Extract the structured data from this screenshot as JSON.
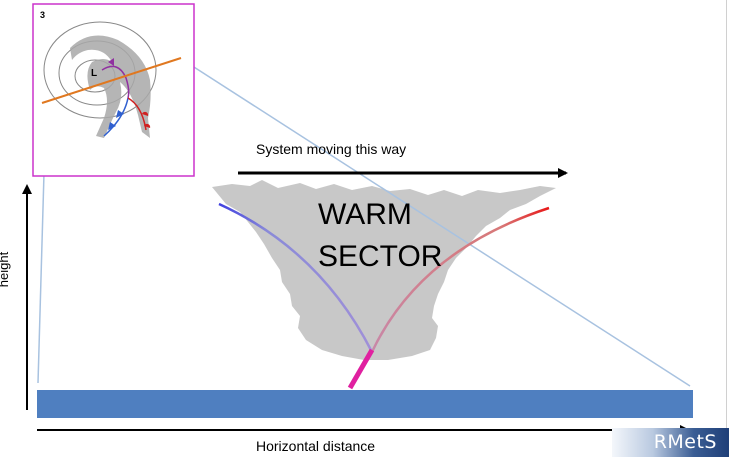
{
  "inset": {
    "panel_number": "3",
    "low_label": "L"
  },
  "labels": {
    "system_moving": "System moving this way",
    "warm_sector_line1": "WARM",
    "warm_sector_line2": "SECTOR",
    "y_axis": "height",
    "x_axis": "Horizontal distance"
  },
  "logo": {
    "text": "RMetS"
  },
  "colors": {
    "inset_border": "#cc33cc",
    "cloud": "#c8c8c8",
    "ground": "#4f7fc0",
    "cold_front": "#4a4ae6",
    "warm_front": "#e02020",
    "occlusion": "#e020a0",
    "cross_section_line": "#e07820",
    "projection_lines": "#a8c2e0"
  }
}
